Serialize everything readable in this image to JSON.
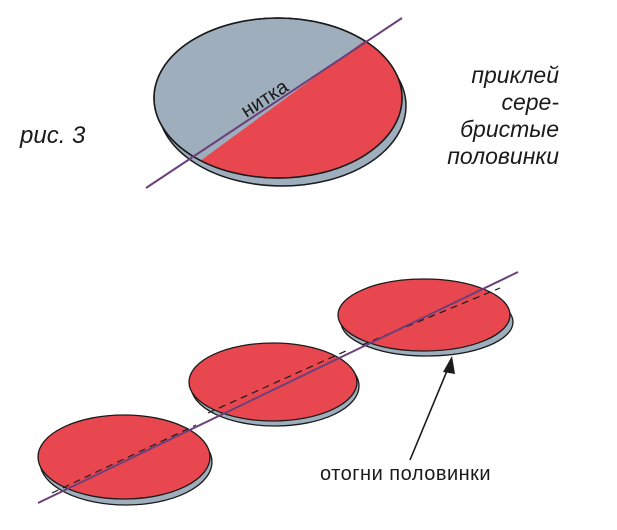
{
  "figure_label": "рис. 3",
  "thread_label": "нитка",
  "instruction_top": [
    "приклей",
    "сере-",
    "бристые",
    "половинки"
  ],
  "instruction_bottom": "отогни половинки",
  "colors": {
    "silver": "#9eaebc",
    "red": "#e8474f",
    "thread": "#6a3f7a",
    "outline": "#1b1b1b"
  }
}
